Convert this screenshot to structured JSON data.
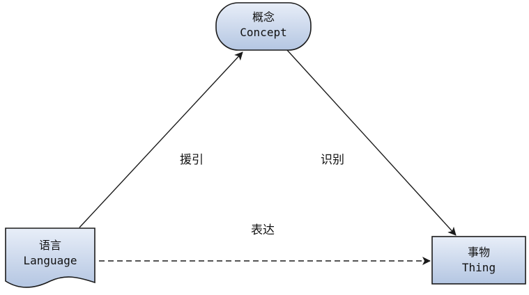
{
  "nodes": {
    "concept": {
      "title": "概念",
      "subtitle": "Concept"
    },
    "language": {
      "title": "语言",
      "subtitle": "Language"
    },
    "thing": {
      "title": "事物",
      "subtitle": "Thing"
    }
  },
  "edges": {
    "refer": {
      "label": "援引"
    },
    "identify": {
      "label": "识别"
    },
    "express": {
      "label": "表达"
    }
  },
  "colors": {
    "fill_top": "#e8eef8",
    "fill_bottom": "#b4c6e2",
    "stroke": "#1a1a1a"
  }
}
